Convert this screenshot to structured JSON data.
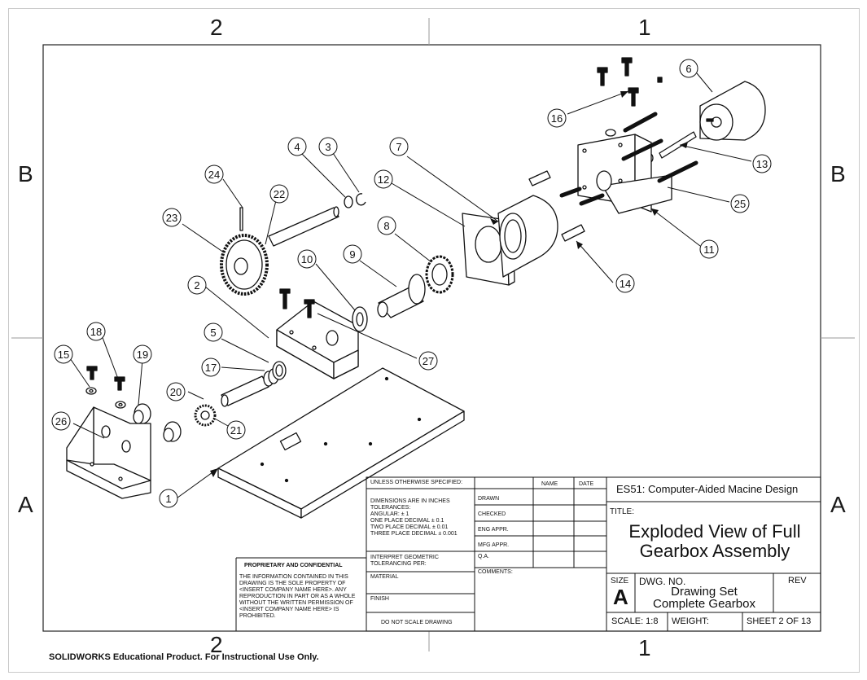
{
  "zones": {
    "top_left": "2",
    "top_right": "1",
    "bottom_left": "2",
    "bottom_right": "1",
    "left_upper": "B",
    "left_lower": "A",
    "right_upper": "B",
    "right_lower": "A"
  },
  "balloons": [
    "1",
    "2",
    "3",
    "4",
    "5",
    "6",
    "7",
    "8",
    "9",
    "10",
    "11",
    "12",
    "13",
    "14",
    "15",
    "16",
    "17",
    "18",
    "19",
    "20",
    "21",
    "22",
    "23",
    "24",
    "25",
    "26",
    "27"
  ],
  "title_block": {
    "unless": "UNLESS OTHERWISE SPECIFIED:",
    "name_hdr": "NAME",
    "date_hdr": "DATE",
    "dimensions": "DIMENSIONS ARE IN INCHES",
    "tolerances": "TOLERANCES:",
    "angular": "ANGULAR: ± 1",
    "one_place": "ONE PLACE DECIMAL   ± 0.1",
    "two_place": "TWO PLACE DECIMAL   ± 0.01",
    "three_place": "THREE PLACE DECIMAL ± 0.001",
    "interpret": "INTERPRET GEOMETRIC",
    "tolerancing": "TOLERANCING PER:",
    "material": "MATERIAL",
    "finish": "FINISH",
    "do_not_scale": "DO NOT SCALE DRAWING",
    "drawn": "DRAWN",
    "checked": "CHECKED",
    "eng_appr": "ENG APPR.",
    "mfg_appr": "MFG APPR.",
    "qa": "Q.A.",
    "comments": "COMMENTS:",
    "proprietary_title": "PROPRIETARY AND CONFIDENTIAL",
    "proprietary_1": "THE INFORMATION CONTAINED IN THIS",
    "proprietary_2": "DRAWING IS THE SOLE PROPERTY OF",
    "proprietary_3": "<INSERT COMPANY NAME HERE>. ANY",
    "proprietary_4": "REPRODUCTION IN PART OR AS A WHOLE",
    "proprietary_5": "WITHOUT THE WRITTEN PERMISSION OF",
    "proprietary_6": "<INSERT COMPANY NAME HERE> IS",
    "proprietary_7": "PROHIBITED.",
    "course": "ES51: Computer-Aided Macine Design",
    "title_label": "TITLE:",
    "title_1": "Exploded View of Full",
    "title_2": "Gearbox Assembly",
    "size_label": "SIZE",
    "size": "A",
    "dwg_no_label": "DWG.  NO.",
    "dwg_no_1": "Drawing Set",
    "dwg_no_2": "Complete Gearbox",
    "rev_label": "REV",
    "scale": "SCALE: 1:8",
    "weight": "WEIGHT:",
    "sheet": "SHEET 2 OF 13"
  },
  "footer": "SOLIDWORKS Educational Product. For Instructional Use Only."
}
